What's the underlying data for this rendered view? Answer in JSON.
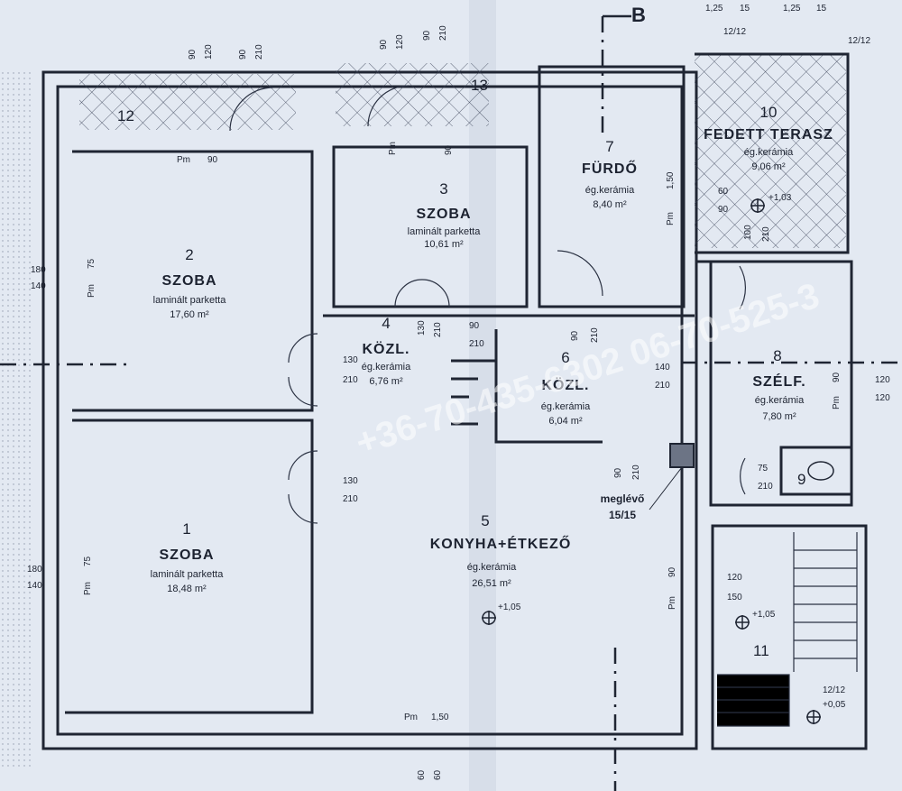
{
  "section_marker": "B",
  "top_dims": [
    "1,25",
    "15",
    "1,25",
    "15"
  ],
  "rooms": [
    {
      "id": "r1",
      "number": "1",
      "name": "SZOBA",
      "material": "laminált parketta",
      "area": "18,48 m²"
    },
    {
      "id": "r2",
      "number": "2",
      "name": "SZOBA",
      "material": "laminált parketta",
      "area": "17,60 m²"
    },
    {
      "id": "r3",
      "number": "3",
      "name": "SZOBA",
      "material": "laminált parketta",
      "area": "10,61 m²"
    },
    {
      "id": "r4",
      "number": "4",
      "name": "KÖZL.",
      "material": "ég.kerámia",
      "area": "6,76 m²"
    },
    {
      "id": "r5",
      "number": "5",
      "name": "KONYHA+ÉTKEZŐ",
      "material": "ég.kerámia",
      "area": "26,51 m²"
    },
    {
      "id": "r6",
      "number": "6",
      "name": "KÖZL.",
      "material": "ég.kerámia",
      "area": "6,04 m²"
    },
    {
      "id": "r7",
      "number": "7",
      "name": "FÜRDŐ",
      "material": "ég.kerámia",
      "area": "8,40 m²"
    },
    {
      "id": "r8",
      "number": "8",
      "name": "SZÉLF.",
      "material": "ég.kerámia",
      "area": "7,80 m²"
    },
    {
      "id": "r10",
      "number": "10",
      "name": "FEDETT TERASZ",
      "material": "ég.kerámia",
      "area": "9,06 m²"
    }
  ],
  "labels": {
    "n9": "9",
    "n11": "11",
    "n12": "12",
    "n13": "13",
    "existing": "meglévő",
    "existing_size": "15/15",
    "col_a": "12/12",
    "col_b": "12/12",
    "col_c": "12/12",
    "lvl_a": "+1,03",
    "lvl_b": "+1,05",
    "lvl_c": "+1,05",
    "lvl_d": "+0,05"
  },
  "dims": {
    "w12_a": "90",
    "w12_b": "120",
    "w12_c": "90",
    "w12_d": "210",
    "w12_pm": "Pm",
    "w12_e": "90",
    "w3_a": "90",
    "w3_b": "120",
    "w3_c": "90",
    "w3_d": "210",
    "w3_pm": "Pm",
    "w3_e": "90",
    "w2_a": "180",
    "w2_b": "140",
    "w2_pm": "Pm",
    "w2_c": "75",
    "w1_a": "180",
    "w1_b": "140",
    "w1_pm": "Pm",
    "w1_c": "75",
    "d4_a": "130",
    "d4_b": "210",
    "d1_a": "130",
    "d1_b": "210",
    "d3_a": "130",
    "d3_b": "210",
    "d6_a": "90",
    "d6_b": "210",
    "d45_a": "90",
    "d45_b": "210",
    "d7_a": "90",
    "d7_b": "210",
    "d6r_a": "140",
    "d6r_b": "210",
    "d5_a": "90",
    "d5_b": "210",
    "w7_a": "1,50",
    "w7_b": "60",
    "w7_c": "90",
    "w7_pm": "Pm",
    "d10_a": "100",
    "d10_b": "210",
    "w8_a": "120",
    "w8_b": "120",
    "w8_pm": "Pm",
    "w8_c": "90",
    "d9_a": "75",
    "d9_b": "210",
    "w5_pm": "Pm",
    "w5_a": "90",
    "d11_a": "120",
    "d11_b": "150",
    "wb_pm": "Pm",
    "wb_a": "1,50",
    "wb_b": "60",
    "wb_c": "60"
  },
  "watermark": "+36-70-435-6302 06-70-525-3"
}
